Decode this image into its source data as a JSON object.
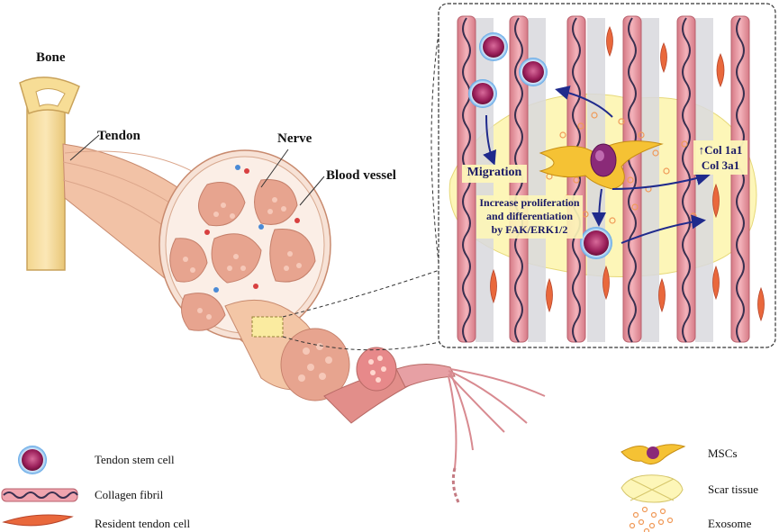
{
  "anatomy": {
    "bone": "Bone",
    "tendon": "Tendon",
    "nerve": "Nerve",
    "blood_vessel": "Blood vessel"
  },
  "inset": {
    "migration": "Migration",
    "proliferation_line1": "Increase proliferation",
    "proliferation_line2": "and differentiation",
    "proliferation_line3": "by FAK/ERK1/2",
    "col_line1": "↑Col 1a1",
    "col_line2": "Col 3a1"
  },
  "legend_left": [
    {
      "icon": "tendon-stem-cell-icon",
      "label": "Tendon stem cell"
    },
    {
      "icon": "collagen-fibril-icon",
      "label": "Collagen fibril"
    },
    {
      "icon": "resident-tendon-cell-icon",
      "label": "Resident tendon cell"
    }
  ],
  "legend_right": [
    {
      "icon": "msc-icon",
      "label": "MSCs"
    },
    {
      "icon": "scar-tissue-icon",
      "label": "Scar tissue"
    },
    {
      "icon": "exosome-icon",
      "label": "Exosome"
    }
  ],
  "colors": {
    "bone": "#f6dc9a",
    "tendon": "#f2c2a6",
    "fascicle": "#e7a48f",
    "fibril": "#e38e98",
    "scar": "#fdf6b8",
    "arrow": "#1f2a8c",
    "stem_cell": "#9a1f5a"
  }
}
